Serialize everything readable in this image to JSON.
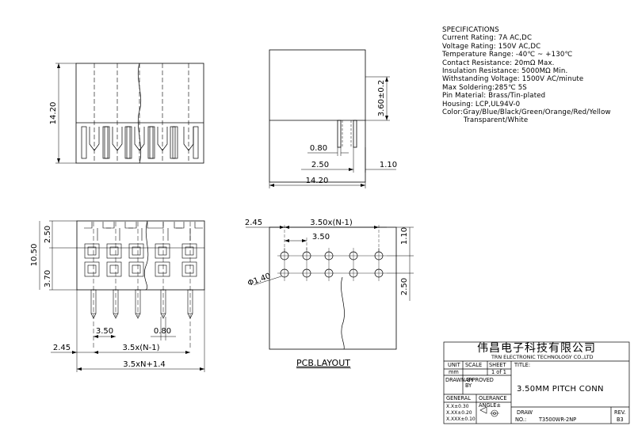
{
  "specs": {
    "heading": "SPECIFICATIONS",
    "lines": [
      "Current Rating: 7A AC,DC",
      "Voltage Rating: 150V AC,DC",
      "Temperature Range: -40℃ ~ +130℃",
      "Contact Resistance: 20mΩ Max.",
      "Insulation Resistance: 5000MΩ Min.",
      "Withstanding Voltage: 1500V AC/minute",
      "Max Soldering:285℃ 5S",
      "Pin Material: Brass/Tin-plated",
      "Housing: LCP,UL94V-0",
      "Color:Gray/Blue/Black/Green/Orange/Red/Yellow"
    ],
    "color_line2": "Transparent/White"
  },
  "dims": {
    "front_height": "14.20",
    "side_height": "3.60±0.2",
    "side_pin": "0.80",
    "side_pin_offset": "2.50",
    "side_pin_right": "1.10",
    "side_width": "14.20",
    "top_upper": "2.50",
    "top_total": "10.50",
    "top_lower": "3.70",
    "top_pitch": "3.50",
    "top_pin": "0.80",
    "top_left": "2.45",
    "top_span": "3.5x(N-1)",
    "top_overall": "3.5xN+1.4",
    "pcb_left": "2.45",
    "pcb_span": "3.50x(N-1)",
    "pcb_pitch": "3.50",
    "pcb_top": "1.10",
    "pcb_row": "2.50",
    "pcb_hole": "Φ1.40",
    "pcb_label": "PCB.LAYOUT"
  },
  "titleblock": {
    "company_cn": "伟昌电子科技有限公司",
    "company_en": "TRN ELECTRONIC TECHNOLOGY CO.,LTD",
    "unit_label": "UNIT",
    "unit_value": "mm",
    "scale_label": "SCALE",
    "sheet_label": "SHEET",
    "sheet_value": "1 of 1",
    "title_label": "TITLE:",
    "drawn_label": "DRAWN BY",
    "approved_label": "APPROVED BY",
    "title_value": "3.50MM PITCH CONN",
    "general_label": "GENERAL",
    "tolerance_label": "OLERANCE",
    "angles_label": "ANGLE±",
    "tol1": "X.X±0.30",
    "tol2": "X.XX±0.20",
    "tol3": "X.XXX±0.10",
    "draw_label": "DRAW",
    "no_label": "NO.:",
    "draw_no": "T3500WR-2NP",
    "rev_label": "REV.",
    "rev_value": "B3"
  }
}
